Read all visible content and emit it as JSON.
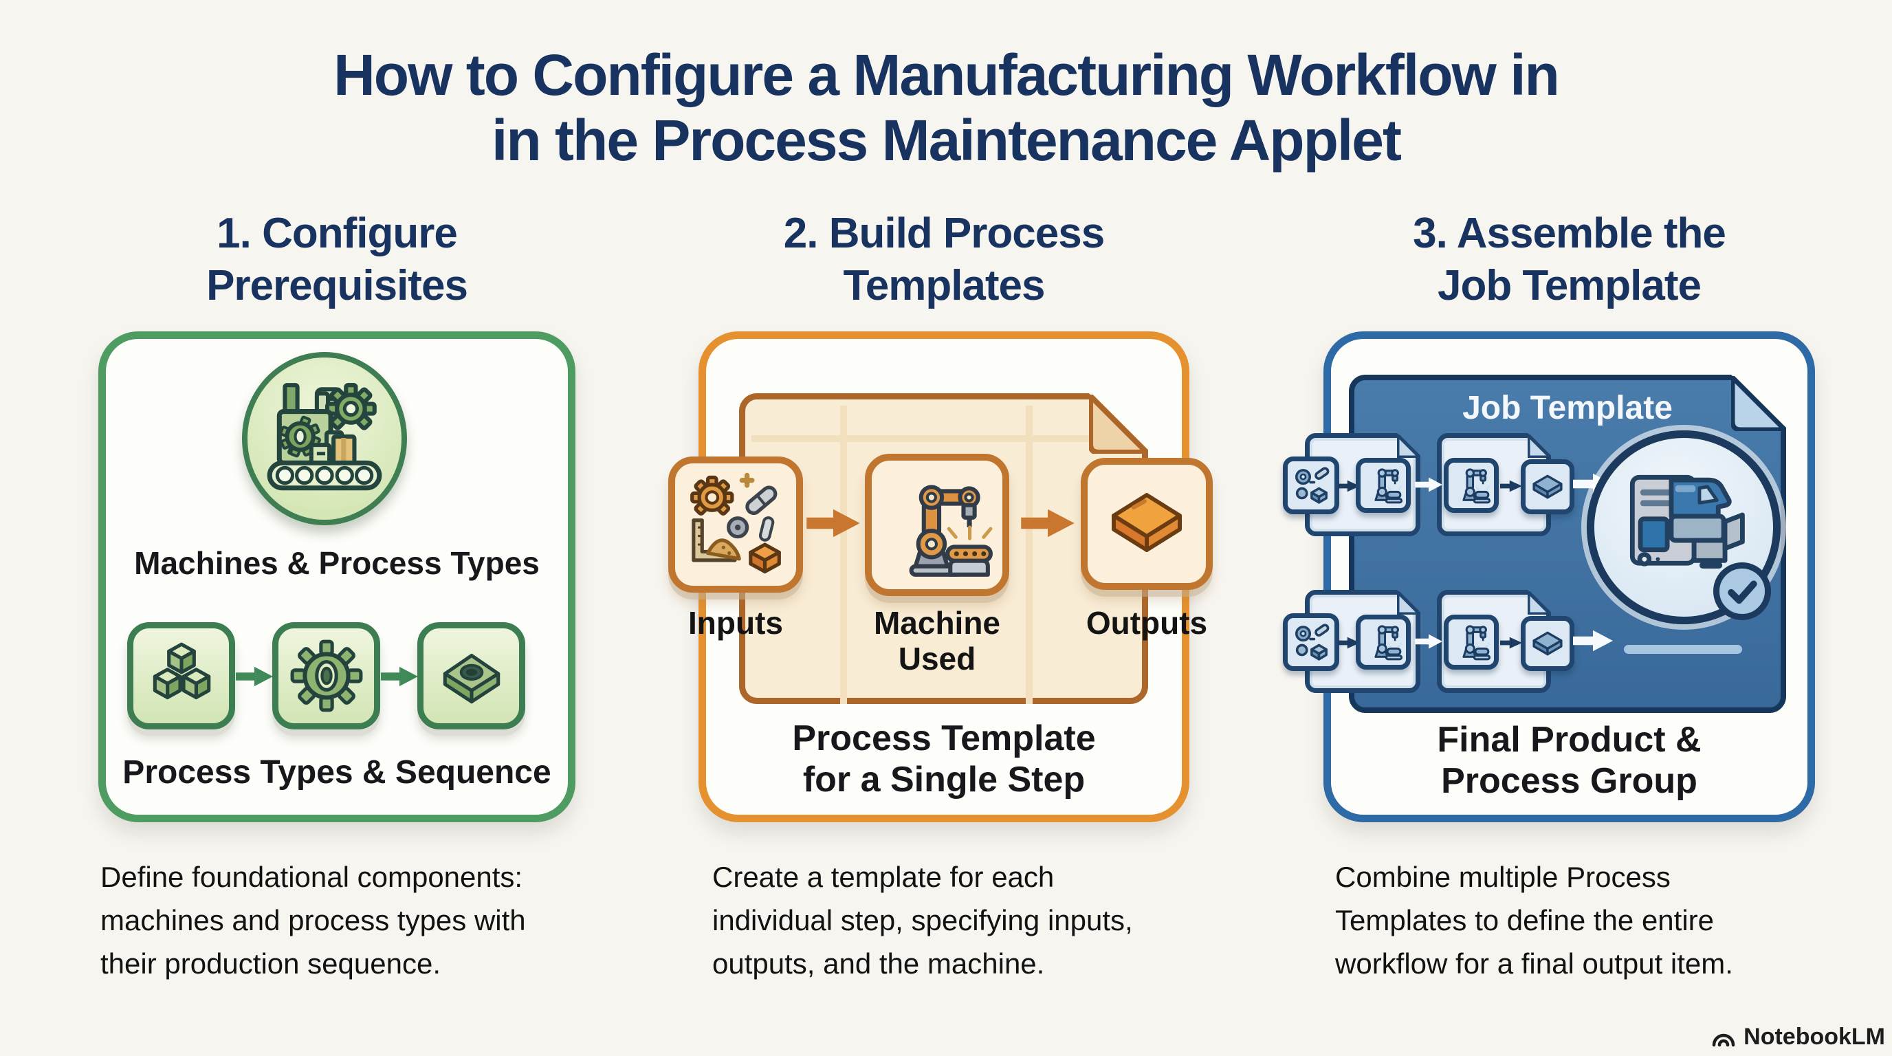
{
  "title": {
    "line1": "How to Configure a Manufacturing Workflow in",
    "line2": "in the Process Maintenance Applet"
  },
  "columns": [
    {
      "heading": {
        "line1": "1. Configure",
        "line2": "Prerequisites"
      },
      "top_label": "Machines & Process Types",
      "bottom_label": "Process Types & Sequence",
      "description_lines": [
        "Define foundational components:",
        "machines and process types with",
        "their production sequence."
      ],
      "icons": [
        "factory-machine-icon",
        "cubes-icon",
        "gear-icon",
        "washer-icon",
        "arrow-right-icon"
      ]
    },
    {
      "heading": {
        "line1": "2. Build Process",
        "line2": "Templates"
      },
      "captions": {
        "inputs": "Inputs",
        "machine": {
          "line1": "Machine",
          "line2": "Used"
        },
        "outputs": "Outputs"
      },
      "label": {
        "line1": "Process Template",
        "line2": "for a Single Step"
      },
      "description_lines": [
        "Create a template for each",
        "individual step, specifying inputs,",
        "outputs, and the machine."
      ],
      "icons": [
        "inputs-parts-icon",
        "robot-arm-icon",
        "brick-output-icon",
        "document-sheet-icon",
        "arrow-right-icon"
      ]
    },
    {
      "heading": {
        "line1": "3. Assemble the",
        "line2": "Job Template"
      },
      "doc_title": "Job Template",
      "label": {
        "line1": "Final Product &",
        "line2": "Process Group"
      },
      "description_lines": [
        "Combine multiple Process",
        "Templates to define the entire",
        "workflow for a final output item."
      ],
      "icons": [
        "job-template-document-icon",
        "mini-inputs-icon",
        "mini-robot-icon",
        "mini-brick-icon",
        "final-product-icon",
        "checkmark-badge-icon",
        "arrow-right-icon"
      ]
    }
  ],
  "watermark": {
    "brand": "NotebookLM"
  },
  "colors": {
    "background": "#f7f5f0",
    "heading_navy": "#18335f",
    "text_dark": "#141414",
    "accent_green": "#4f9c63",
    "accent_orange": "#e6912f",
    "accent_blue": "#2e6ba6",
    "doc_orange_fill": "#f9ecd5",
    "doc_blue_fill": "#3e71a2"
  }
}
